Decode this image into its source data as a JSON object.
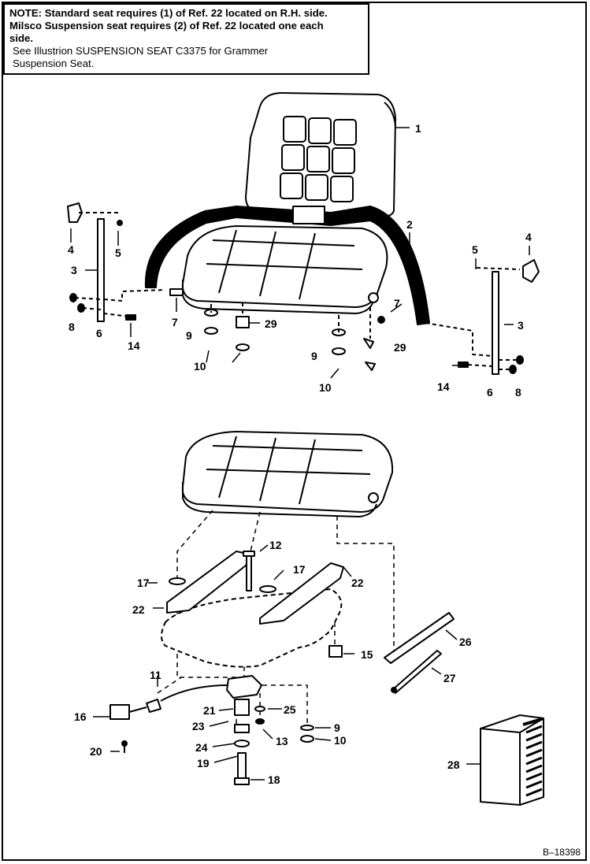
{
  "note": {
    "line1": "NOTE:  Standard seat requires (1) of Ref. 22 located on R.H. side.",
    "line2": "Milsco Suspension seat requires (2) of Ref. 22 located one each",
    "line3": "side.",
    "line4": "See Illustrion SUSPENSION SEAT C3375 for Grammer",
    "line5": "Suspension Seat."
  },
  "doc_id": "B–18398",
  "callouts": {
    "c1": "1",
    "c2": "2",
    "c3a": "3",
    "c3b": "3",
    "c4a": "4",
    "c4b": "4",
    "c5a": "5",
    "c5b": "5",
    "c6a": "6",
    "c6b": "6",
    "c7a": "7",
    "c7b": "7",
    "c8a": "8",
    "c8b": "8",
    "c9a": "9",
    "c9b": "9",
    "c9c": "9",
    "c10a": "10",
    "c10b": "10",
    "c10c": "10",
    "c11": "11",
    "c12": "12",
    "c13": "13",
    "c14a": "14",
    "c14b": "14",
    "c15": "15",
    "c16": "16",
    "c17a": "17",
    "c17b": "17",
    "c18": "18",
    "c19": "19",
    "c20": "20",
    "c21": "21",
    "c22a": "22",
    "c22b": "22",
    "c23": "23",
    "c24": "24",
    "c25": "25",
    "c26": "26",
    "c27": "27",
    "c28": "28",
    "c29a": "29",
    "c29b": "29"
  }
}
